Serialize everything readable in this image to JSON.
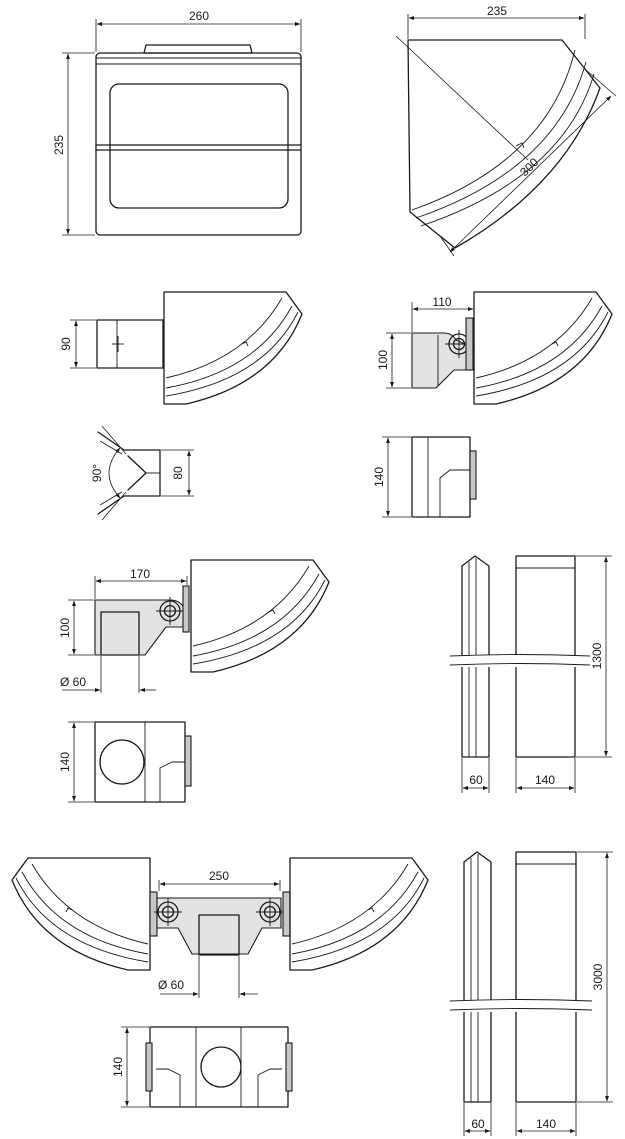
{
  "dimensions": {
    "front_width": "260",
    "front_height": "235",
    "side_width": "235",
    "diagonal": "300",
    "pole_mount_height": "90",
    "corner_angle": "90°",
    "corner_depth": "80",
    "wall_offset": "110",
    "wall_height": "100",
    "wall_plate_height": "140",
    "arm_length": "170",
    "arm_height": "100",
    "arm_diameter": "Ø 60",
    "arm_plate_height": "140",
    "pole_short_height": "1300",
    "pole_short_width_a": "60",
    "pole_short_width_b": "140",
    "twin_span": "250",
    "twin_diameter": "Ø 60",
    "twin_plate_height": "140",
    "pole_tall_height": "3000",
    "pole_tall_width_a": "60",
    "pole_tall_width_b": "140"
  }
}
